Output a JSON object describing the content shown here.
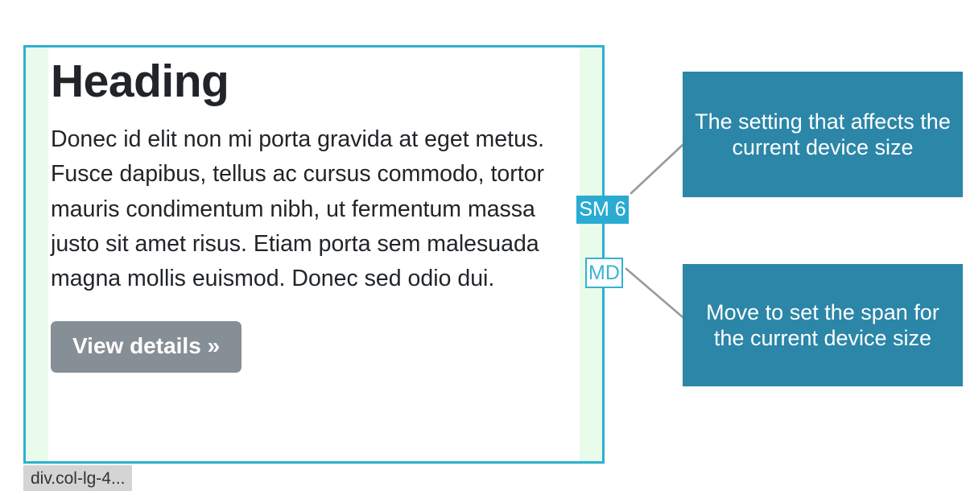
{
  "page": {
    "background_color": "#ffffff"
  },
  "card": {
    "heading": "Heading",
    "body": "Donec id elit non mi porta gravida at eget metus. Fusce dapibus, tellus ac cursus commodo, tortor mauris condimentum nibh, ut fermentum massa justo sit amet risus. Etiam porta sem malesuada magna mollis euismod. Donec sed odio dui.",
    "button_label": "View details »",
    "outline_color": "#2cb1ce",
    "padding_highlight_color": "#e9fbea",
    "button_color": "#868e96",
    "heading_color": "#212529"
  },
  "element_label": {
    "text": "div.col-lg-4...",
    "background_color": "#d4d4d4",
    "text_color": "#333333"
  },
  "badges": [
    {
      "id": "sm",
      "label": "SM 6",
      "style": "filled",
      "background_color": "#29abd2",
      "text_color": "#ffffff"
    },
    {
      "id": "md",
      "label": "MD",
      "style": "outlined",
      "background_color": "#ffffff",
      "border_color": "#34b2d4",
      "text_color": "#39b3d7"
    }
  ],
  "callouts": [
    {
      "id": "callout-setting",
      "text": "The setting that affects the current device size",
      "background_color": "#2b86a8",
      "text_color": "#ffffff"
    },
    {
      "id": "callout-span",
      "text": "Move to set the span for the current device size",
      "background_color": "#2b86a8",
      "text_color": "#ffffff"
    }
  ],
  "connectors": {
    "line_color": "#9a9a9a"
  }
}
